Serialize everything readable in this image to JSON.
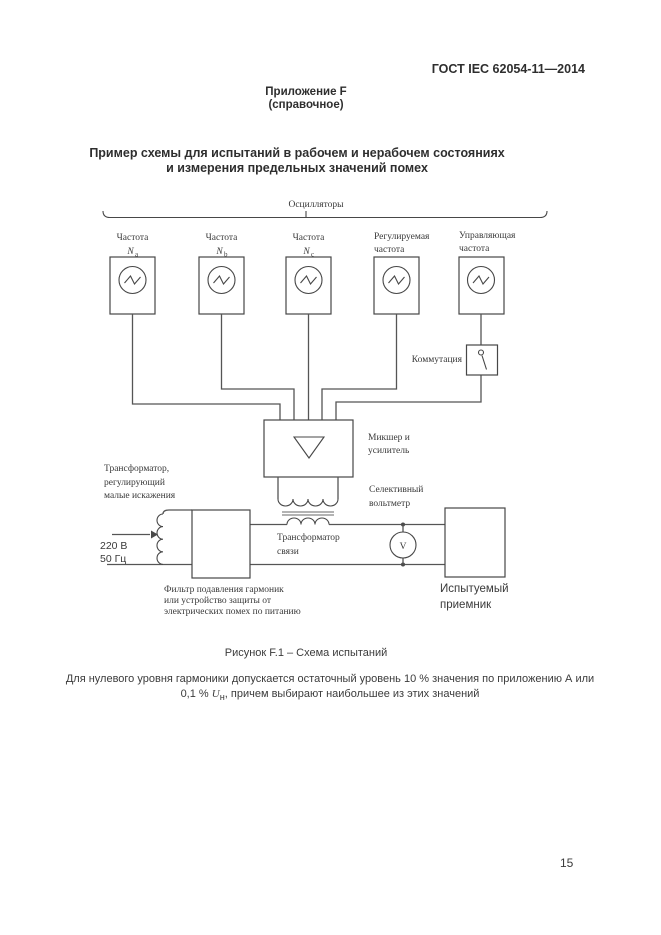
{
  "header": {
    "standard": "ГОСТ IEC 62054-11—2014",
    "page_number": "15"
  },
  "appendix": {
    "name": "Приложение F",
    "type": "(справочное)"
  },
  "title": {
    "line1": "Пример схемы для испытаний в рабочем и нерабочем состояниях",
    "line2": "и измерения предельных значений помех"
  },
  "diagram": {
    "oscillators_group_label": "Осцилляторы",
    "oscillators": [
      {
        "line1": "Частота",
        "symbol": "N",
        "subscript": "a"
      },
      {
        "line1": "Частота",
        "symbol": "N",
        "subscript": "b"
      },
      {
        "line1": "Частота",
        "symbol": "N",
        "subscript": "c"
      },
      {
        "line1": "Регулируемая",
        "line2": "частота"
      },
      {
        "line1": "Управляющая",
        "line2": "частота"
      }
    ],
    "switch_label": "Коммутация",
    "mixer_label": [
      "Микшер и",
      "усилитель"
    ],
    "regulating_transformer_label": [
      "Трансформатор,",
      "регулирующий",
      "малые искажения"
    ],
    "coupling_transformer_label": [
      "Трансформатор",
      "связи"
    ],
    "selective_voltmeter_label": [
      "Селективный",
      "вольтметр"
    ],
    "voltmeter_symbol": "V",
    "mains_label": [
      "220 В",
      "50 Гц"
    ],
    "filter_label": [
      "Фильтр подавления гармоник",
      "или устройство защиты от",
      "электрических помех по питанию"
    ],
    "receiver_label": [
      "Испытуемый",
      "приемник"
    ]
  },
  "caption": "Рисунок F.1 – Схема испытаний",
  "note": {
    "line1": "Для нулевого уровня гармоники допускается остаточный уровень 10 %  значения по приложению А или",
    "line2_pre": "0,1 % ",
    "u_symbol": "U",
    "u_subscript": "н",
    "line2_post": ", причем выбирают наибольшее из этих значений"
  }
}
